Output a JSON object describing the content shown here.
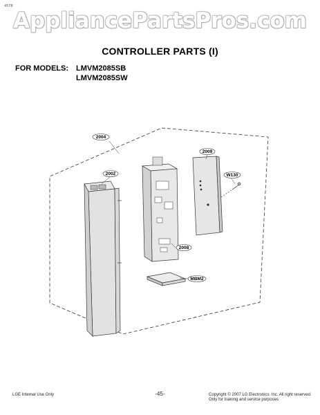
{
  "header": {
    "corner_mark": "4578",
    "watermark": "AppliancePartsPros.com"
  },
  "page": {
    "title": "CONTROLLER PARTS (I)",
    "models_label": "FOR MODELS:",
    "models": [
      "LMVM2085SB",
      "LMVM2085SW"
    ]
  },
  "diagram": {
    "callouts": {
      "p2004": "2004",
      "p2002": "2002",
      "p2009": "2009",
      "pW130": "W130",
      "p2008": "2008",
      "pMBM2": "MBM2"
    }
  },
  "footer": {
    "left": "LGE Internal Use Only",
    "page_number": "-45-",
    "copyright": "Copyright © 2007 LG Electronics. Inc. All right reserved.",
    "purpose": "Only for training and service purposes"
  }
}
